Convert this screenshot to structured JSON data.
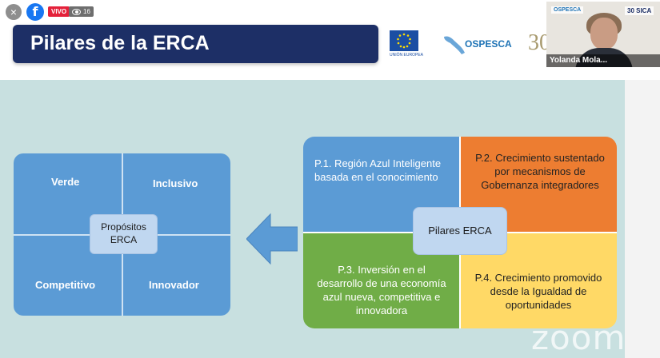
{
  "topbar": {
    "close_icon": "×",
    "facebook_icon": "f",
    "live_badge": "VIVO",
    "viewer_count": "16"
  },
  "slide": {
    "title": "Pilares de la ERCA",
    "logos": {
      "eu_label": "UNIÓN EUROPEA",
      "ospesca": "OSPESCA",
      "anniversary": "30"
    },
    "propositos": {
      "center": [
        "Propósitos",
        "ERCA"
      ],
      "cells": [
        "Verde",
        "Inclusivo",
        "Competitivo",
        "Innovador"
      ]
    },
    "pillars": {
      "center": "Pilares ERCA",
      "p1": [
        "P.1. Región Azul Inteligente",
        "basada en el conocimiento"
      ],
      "p2": [
        "P.2. Crecimiento sustentado",
        "por mecanismos de",
        "Gobernanza integradores"
      ],
      "p3": [
        "P.3. Inversión en el",
        "desarrollo de una economía",
        "azul nueva, competitiva e",
        "innovadora"
      ],
      "p4": [
        "P.4. Crecimiento promovido",
        "desde la Igualdad de",
        "oportunidades"
      ]
    },
    "colors": {
      "title_bg": "#1d2f66",
      "blue": "#5b9bd5",
      "orange": "#ed7d31",
      "green": "#70ad47",
      "yellow": "#ffd966",
      "slide_bg": "#c8e0e0"
    }
  },
  "video": {
    "participant_name": "Yolanda Mola...",
    "logo_left": "OSPESCA",
    "logo_right": "30 SICA"
  },
  "watermark": "zoom"
}
